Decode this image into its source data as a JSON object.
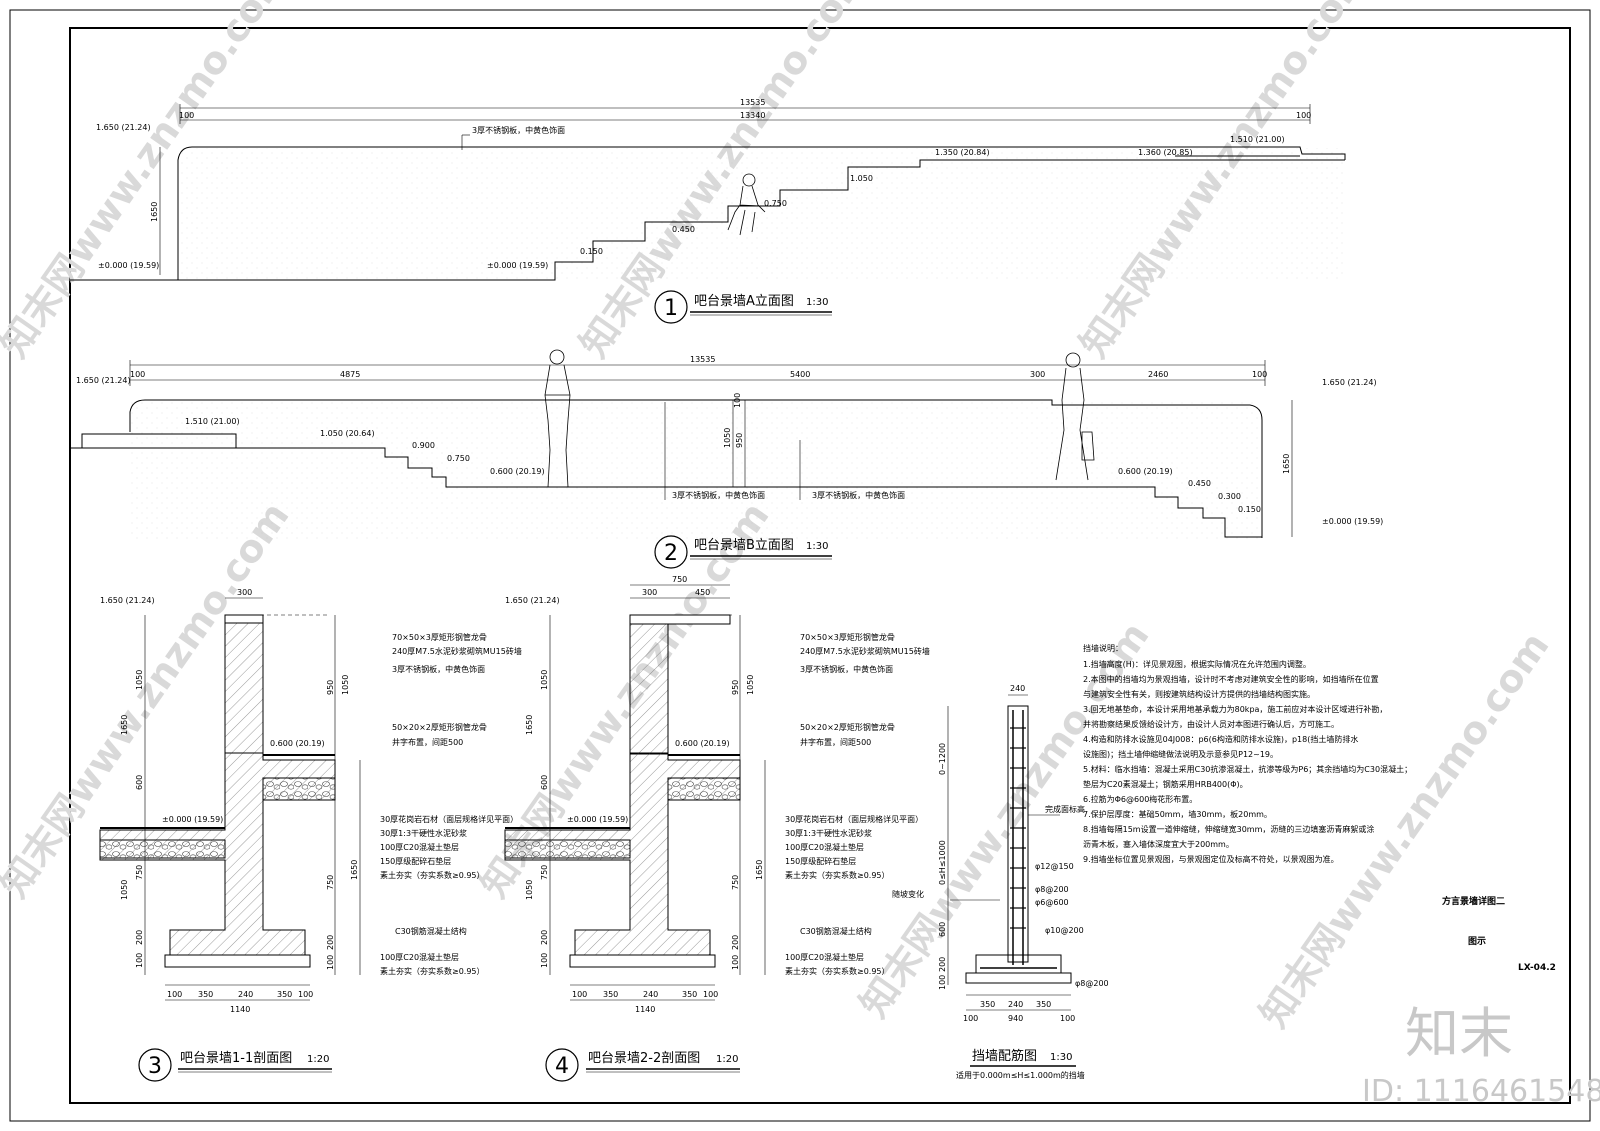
{
  "sheet": {
    "project_title": "方言景墙详图二",
    "legend_label": "图示",
    "sheet_number": "LX-04.2",
    "id_text": "ID: 1116461548",
    "logo_text": "知末",
    "watermark_text": "知末网www.znzmo.com"
  },
  "elev_a": {
    "number": "1",
    "title": "吧台景墙A立面图",
    "scale": "1:30",
    "dim_total": "13535",
    "dim_inner": "13340",
    "dim_left": "100",
    "dim_right": "100",
    "dim_height": "1650",
    "material_note": "3厚不锈钢板，中黄色饰面",
    "levels": [
      "1.650 (21.24)",
      "±0.000 (19.59)",
      "±0.000 (19.59)",
      "0.150",
      "0.450",
      "0.750",
      "1.050",
      "1.350 (20.84)",
      "1.360 (20.85)",
      "1.510 (21.00)"
    ]
  },
  "elev_b": {
    "number": "2",
    "title": "吧台景墙B立面图",
    "scale": "1:30",
    "dim_total": "13535",
    "dim_segments": [
      "100",
      "4875",
      "5400",
      "300",
      "2460",
      "100"
    ],
    "dim_heights": [
      "100",
      "950",
      "1050",
      "1650"
    ],
    "material_note_1": "3厚不锈钢板，中黄色饰面",
    "material_note_2": "3厚不锈钢板，中黄色饰面",
    "levels": [
      "1.650 (21.24)",
      "1.510 (21.00)",
      "1.050 (20.64)",
      "0.900",
      "0.750",
      "0.600 (20.19)",
      "0.600 (20.19)",
      "0.450",
      "0.300",
      "0.150",
      "1.650 (21.24)",
      "±0.000 (19.59)"
    ]
  },
  "section_1": {
    "number": "3",
    "title": "吧台景墙1-1剖面图",
    "scale": "1:20",
    "top_level": "1.650 (21.24)",
    "mid_level": "0.600 (20.19)",
    "ground_level": "±0.000 (19.59)",
    "dim_top": "300",
    "dims_left": [
      "1650",
      "1050",
      "600",
      "1050",
      "750",
      "200",
      "100"
    ],
    "dims_right": [
      "950",
      "1050",
      "1650",
      "750",
      "200",
      "100"
    ],
    "dims_bottom": [
      "100",
      "350",
      "240",
      "350",
      "100"
    ],
    "dim_bottom_total": "1140",
    "notes": [
      "70×50×3厚矩形钢管龙骨",
      "240厚M7.5水泥砂浆砌筑MU15砖墙",
      "3厚不锈钢板，中黄色饰面",
      "50×20×2厚矩形钢管龙骨",
      "井字布置，间距500",
      "30厚花岗岩石材（面层规格详见平面）",
      "30厚1:3干硬性水泥砂浆",
      "100厚C20混凝土垫层",
      "150厚级配碎石垫层",
      "素土夯实（夯实系数≥0.95）",
      "C30钢筋混凝土结构",
      "100厚C20混凝土垫层",
      "素土夯实（夯实系数≥0.95）"
    ]
  },
  "section_2": {
    "number": "4",
    "title": "吧台景墙2-2剖面图",
    "scale": "1:20",
    "top_level": "1.650 (21.24)",
    "mid_level": "0.600 (20.19)",
    "ground_level": "±0.000 (19.59)",
    "dim_top_total": "750",
    "dim_top_parts": [
      "300",
      "450"
    ],
    "dims_left": [
      "1650",
      "1050",
      "600",
      "1050",
      "750",
      "200",
      "100"
    ],
    "dims_right": [
      "950",
      "1050",
      "1650",
      "750",
      "200",
      "100"
    ],
    "dims_bottom": [
      "100",
      "350",
      "240",
      "350",
      "100"
    ],
    "dim_bottom_total": "1140",
    "notes": [
      "70×50×3厚矩形钢管龙骨",
      "240厚M7.5水泥砂浆砌筑MU15砖墙",
      "3厚不锈钢板，中黄色饰面",
      "50×20×2厚矩形钢管龙骨",
      "井字布置，间距500",
      "30厚花岗岩石材（面层规格详见平面）",
      "30厚1:3干硬性水泥砂浆",
      "100厚C20混凝土垫层",
      "150厚级配碎石垫层",
      "素土夯实（夯实系数≥0.95）",
      "C30钢筋混凝土结构",
      "100厚C20混凝土垫层",
      "素土夯实（夯实系数≥0.95）"
    ]
  },
  "rebar": {
    "title": "挡墙配筋图",
    "scale": "1:30",
    "subtitle": "适用于0.000m≤H≤1.000m的挡墙",
    "dim_top": "240",
    "dims_left": [
      "0~1200",
      "0≤H≤1000",
      "600",
      "200",
      "100"
    ],
    "dims_bottom": [
      "100",
      "350",
      "240",
      "350",
      "100"
    ],
    "dim_bottom_total": "940",
    "labels": [
      "完成面标高",
      "φ12@150",
      "φ8@200",
      "φ6@600",
      "φ10@200",
      "φ8@200",
      "随坡变化"
    ]
  },
  "notes": {
    "heading": "挡墙说明：",
    "lines": [
      "1.挡墙高度(H)：详见景观图，根据实际情况在允许范围内调整。",
      "2.本图中的挡墙均为景观挡墙，设计时不考虑对建筑安全性的影响，如挡墙所在位置",
      "  与建筑安全性有关，则按建筑结构设计方提供的挡墙结构图实施。",
      "3.回无地基垫命，本设计采用地基承载力为80kpa，施工前应对本设计区域进行补勘，",
      "  并将勘察结果反馈给设计方，由设计人员对本图进行确认后，方可施工。",
      "4.构造和防排水设施见04J008：p6(6构造和防排水设施)，p18(挡土墙防排水",
      "  设施图)；挡土墙伸缩缝做法说明及示意参见P12~19。",
      "5.材料：临水挡墙：混凝土采用C30抗渗混凝土，抗渗等级为P6；其余挡墙均为C30混凝土；",
      "  垫层为C20素混凝土；钢筋采用HRB400(Φ)。",
      "6.拉筋为Φ6@600梅花形布置。",
      "7.保护层厚度：基础50mm，墙30mm，板20mm。",
      "8.挡墙每隔15m设置一道伸缩缝，伸缩缝宽30mm，沥缝的三边填塞沥青麻絮或涂",
      "  沥青木板，塞入墙体深度宜大于200mm。",
      "9.挡墙坐标位置见景观图，与景观图定位及标高不符处，以景观图为准。"
    ]
  }
}
